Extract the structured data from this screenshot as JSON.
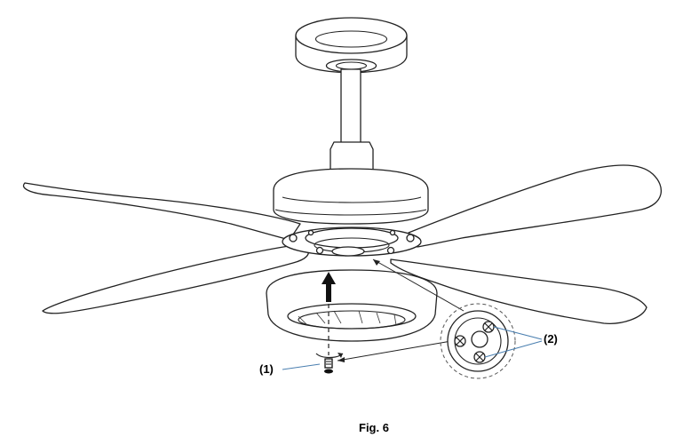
{
  "figure": {
    "caption": "Fig. 6",
    "callouts": [
      {
        "id": "1",
        "text": "(1)"
      },
      {
        "id": "2",
        "text": "(2)"
      }
    ]
  },
  "colors": {
    "line": "#222222",
    "leader": "#4a7fb0",
    "background": "#ffffff"
  }
}
